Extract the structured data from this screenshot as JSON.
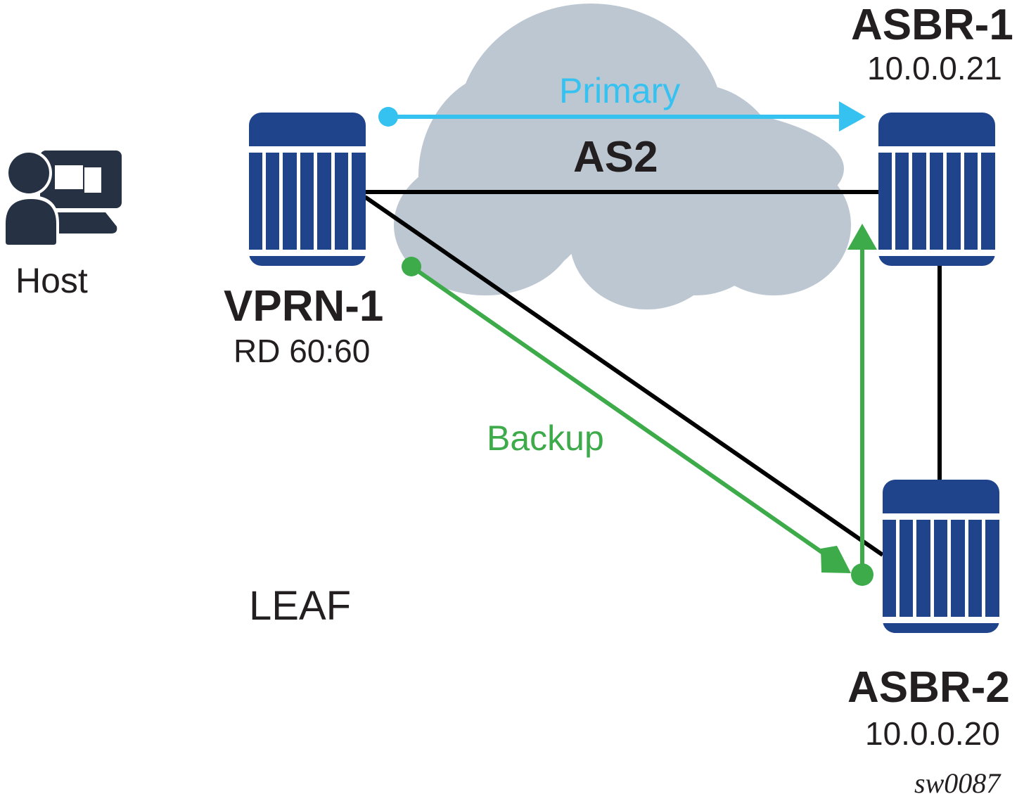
{
  "nodes": {
    "host": {
      "label": "Host",
      "icon": "host-user-screen-icon"
    },
    "vprn": {
      "title": "VPRN-1",
      "subtitle": "RD 60:60",
      "icon": "router-icon"
    },
    "asbr1": {
      "title": "ASBR-1",
      "subtitle": "10.0.0.21",
      "icon": "router-icon"
    },
    "asbr2": {
      "title": "ASBR-2",
      "subtitle": "10.0.0.20",
      "icon": "router-icon"
    },
    "cloud": {
      "label": "AS2",
      "icon": "cloud-icon"
    }
  },
  "paths": {
    "primary": {
      "label": "Primary",
      "color": "#35c2f1"
    },
    "backup": {
      "label": "Backup",
      "color": "#3dab4a"
    }
  },
  "zone_label": "LEAF",
  "figure_id": "sw0087",
  "colors": {
    "router": "#1f448c",
    "host": "#263244",
    "cloud": "#bdc7d1",
    "link": "#000000"
  }
}
